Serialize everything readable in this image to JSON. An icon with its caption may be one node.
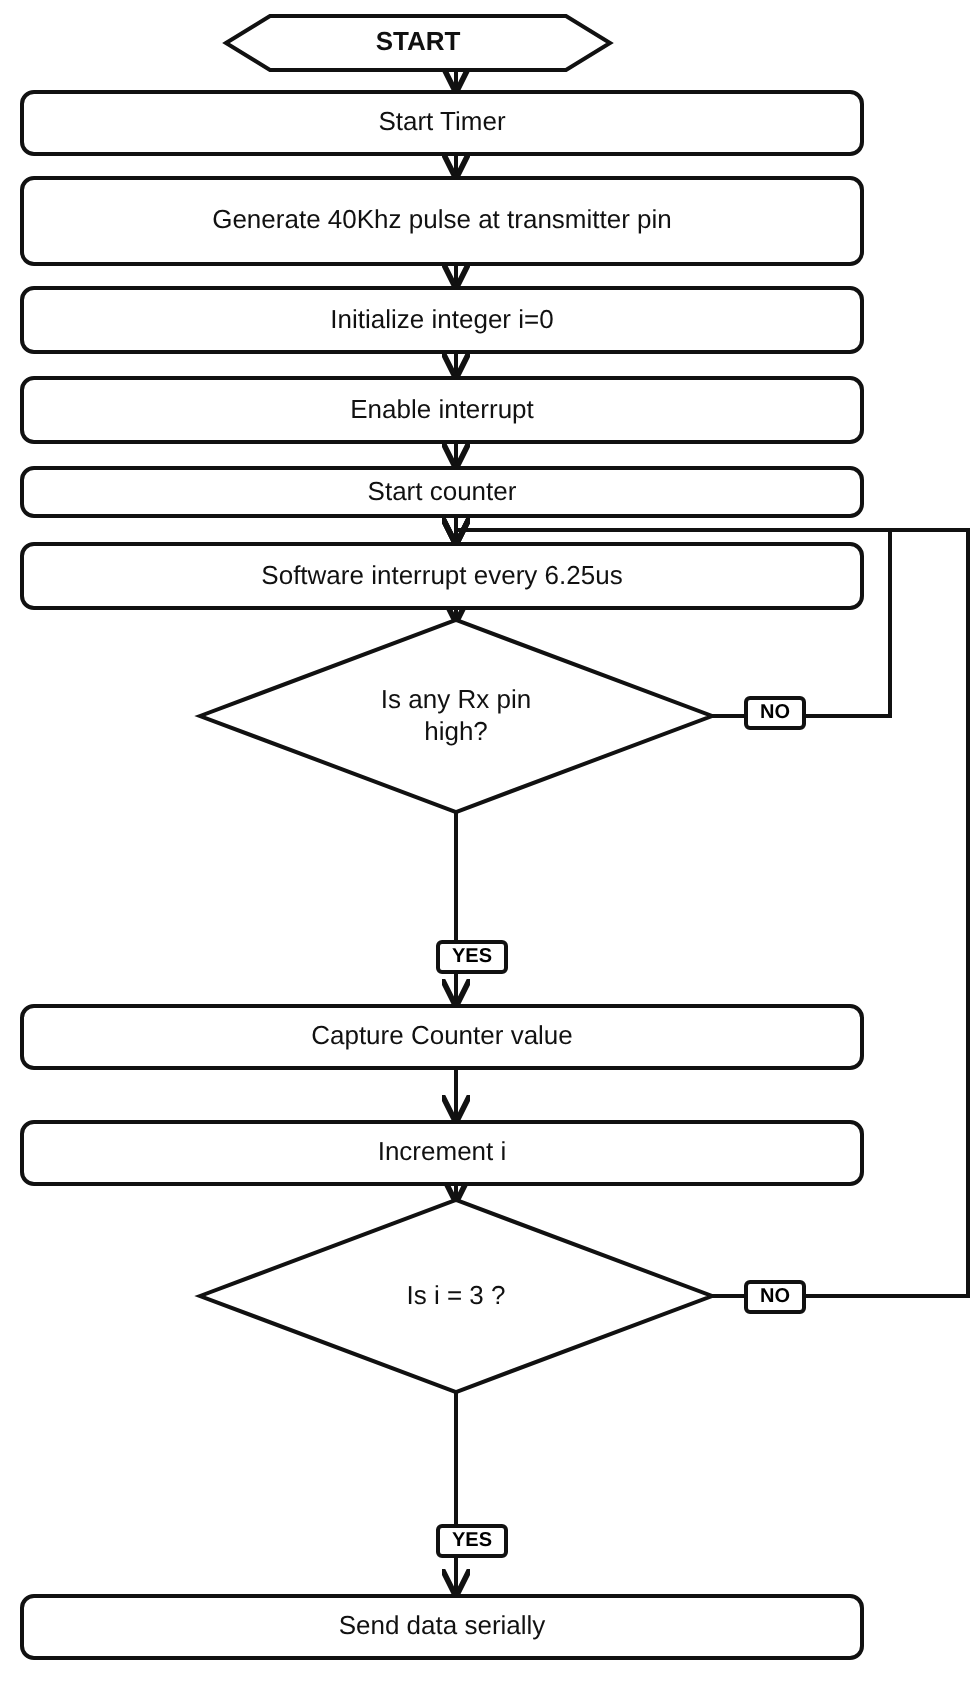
{
  "diagram": {
    "nodes": [
      {
        "text": [
          "START"
        ]
      },
      {
        "text": [
          "Start Timer"
        ]
      },
      {
        "text": [
          "Generate 40Khz pulse at transmitter pin"
        ]
      },
      {
        "text": [
          "Initialize integer i=0"
        ]
      },
      {
        "text": [
          "Enable interrupt"
        ]
      },
      {
        "text": [
          "Start counter"
        ]
      },
      {
        "text": [
          "Software interrupt every 6.25us"
        ]
      },
      {
        "text": [
          "Is any Rx pin high?"
        ]
      },
      {
        "text": [
          "Capture Counter value"
        ]
      },
      {
        "text": [
          "Increment i"
        ]
      },
      {
        "text": [
          "Is i = 3 ?"
        ]
      },
      {
        "text": [
          "Send data serially"
        ]
      }
    ],
    "edges": [
      {
        "from": 0,
        "to": 1,
        "arrow": "to"
      },
      {
        "from": 1,
        "to": 2,
        "arrow": "to"
      },
      {
        "from": 2,
        "to": 3,
        "arrow": "to"
      },
      {
        "from": 3,
        "to": 4,
        "arrow": "to"
      },
      {
        "from": 4,
        "to": 5,
        "arrow": "to"
      },
      {
        "from": 5,
        "to": 6,
        "arrow": "to"
      },
      {
        "from": 6,
        "to": 7,
        "arrow": "to"
      },
      {
        "from": 7,
        "to": 8,
        "label": "YES",
        "arrow": "to"
      },
      {
        "from": 7,
        "to": 6,
        "label": "NO",
        "arrow": "to"
      },
      {
        "from": 8,
        "to": 9,
        "arrow": "to"
      },
      {
        "from": 9,
        "to": 10,
        "arrow": "to"
      },
      {
        "from": 10,
        "to": 11,
        "label": "YES",
        "arrow": "to"
      },
      {
        "from": 10,
        "to": 6,
        "label": "NO",
        "arrow": "to"
      }
    ]
  }
}
